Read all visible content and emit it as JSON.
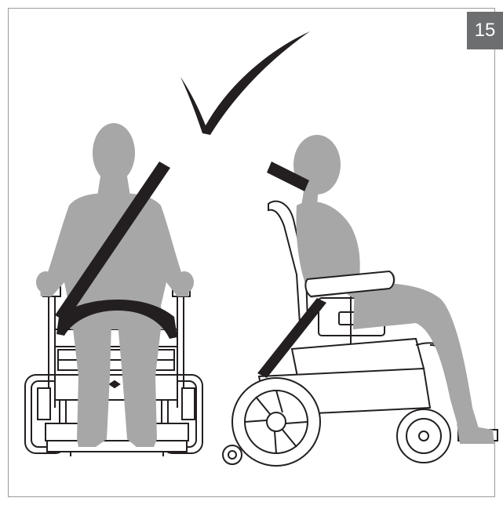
{
  "page_number": "15",
  "colors": {
    "figure_fill": "#a7a7a7",
    "belt": "#231f20",
    "outline": "#231f20",
    "frame_border": "#9a9a9a",
    "badge_bg": "#6d6e70"
  },
  "icons": [
    "checkmark-icon"
  ],
  "figures": [
    {
      "view": "front"
    },
    {
      "view": "side"
    }
  ]
}
